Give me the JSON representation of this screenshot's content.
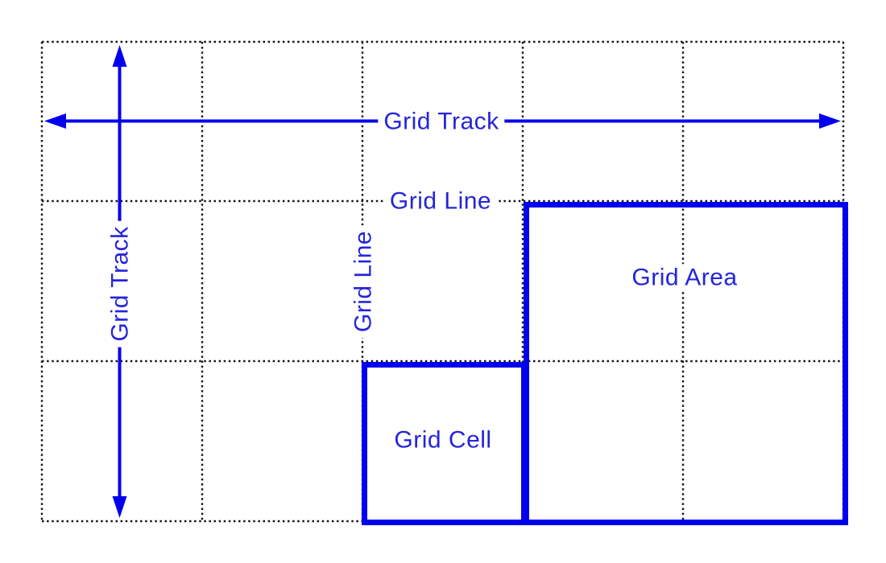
{
  "diagram": {
    "labels": {
      "track_horizontal": "Grid Track",
      "track_vertical": "Grid Track",
      "line_horizontal": "Grid Line",
      "line_vertical": "Grid Line",
      "area": "Grid Area",
      "cell": "Grid Cell"
    },
    "grid": {
      "columns": 5,
      "rows": 3
    },
    "colors": {
      "accent": "#0000EE",
      "label_text": "#2424DB",
      "grid_dots": "#141414",
      "background": "#FFFFFF"
    }
  }
}
